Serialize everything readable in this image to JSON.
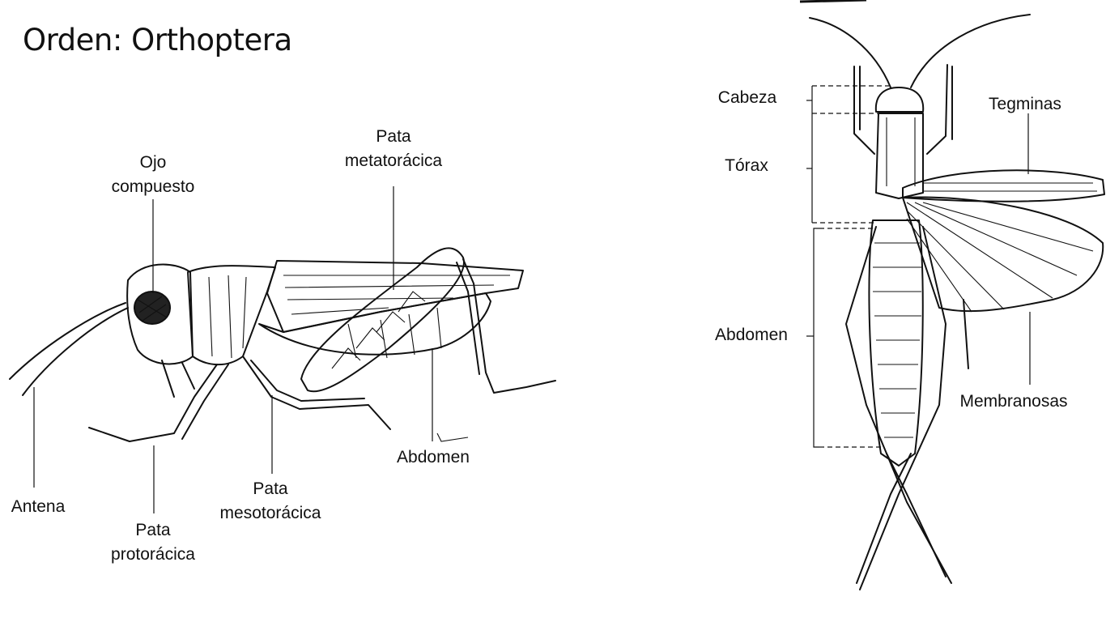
{
  "title": "Orden: Orthoptera",
  "lateral_labels": {
    "ojo": [
      "Ojo",
      "compuesto"
    ],
    "metatoracica": [
      "Pata",
      "metatorácica"
    ],
    "antena": [
      "Antena"
    ],
    "protoracica": [
      "Pata",
      "protorácica"
    ],
    "mesotoracica": [
      "Pata",
      "mesotorácica"
    ],
    "abdomen": [
      "Abdomen"
    ]
  },
  "dorsal_labels": {
    "cabeza": "Cabeza",
    "torax": "Tórax",
    "abdomen": "Abdomen",
    "tegminas": "Tegminas",
    "membranosas": "Membranosas"
  },
  "colors": {
    "ink": "#111111",
    "background": "#ffffff"
  }
}
